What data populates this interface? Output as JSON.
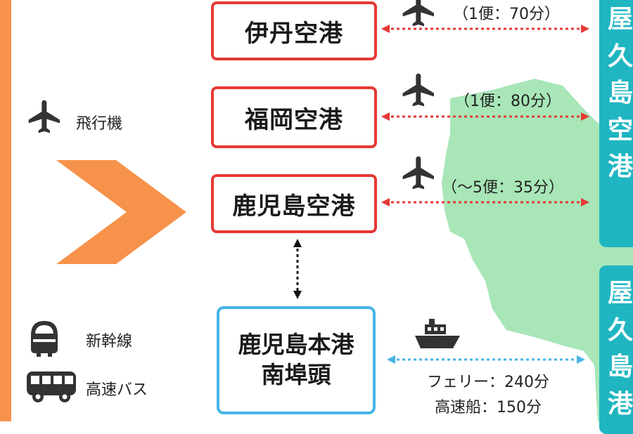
{
  "legend": {
    "airplane_label": "飛行機",
    "shinkansen_label": "新幹線",
    "bus_label": "高速バス",
    "icons": [
      "airplane-icon",
      "shinkansen-icon",
      "bus-icon",
      "ship-icon"
    ]
  },
  "airports": [
    {
      "name": "伊丹空港",
      "info": "（1便：70分）"
    },
    {
      "name": "福岡空港",
      "info": "（1便：80分）"
    },
    {
      "name": "鹿児島空港",
      "info": "（〜5便：35分）"
    }
  ],
  "port": {
    "line1": "鹿児島本港",
    "line2": "南埠頭"
  },
  "ferry": {
    "line1": "フェリー：240分",
    "line2": "高速船：150分"
  },
  "destinations": [
    {
      "chars": [
        "屋",
        "久",
        "島",
        "空",
        "港"
      ]
    },
    {
      "chars": [
        "屋",
        "久",
        "島",
        "港"
      ]
    }
  ],
  "colors": {
    "orange": "#f7924a",
    "airport_border": "#e53935",
    "port_border": "#46b4e6",
    "destination": "#1fb6c1",
    "island": "#a8e6b8",
    "flight_arrow": "#e53935",
    "ferry_arrow": "#46b4e6"
  }
}
